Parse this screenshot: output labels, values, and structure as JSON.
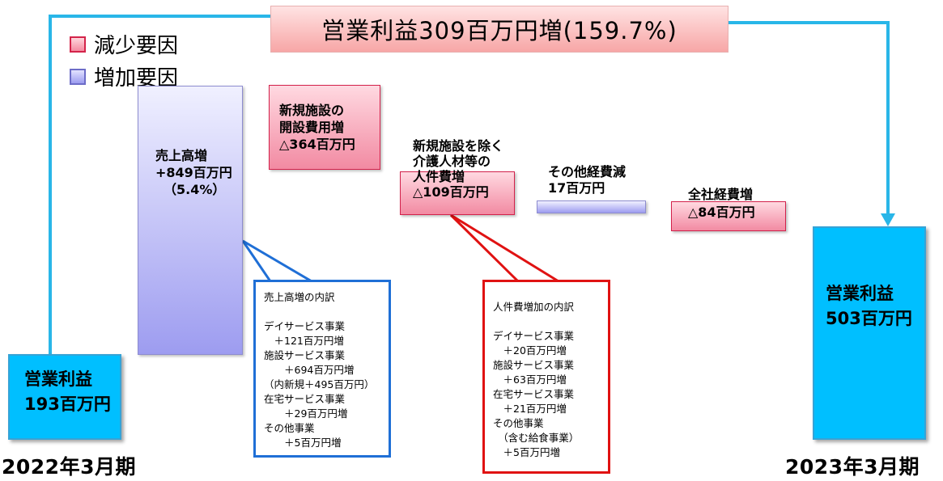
{
  "title": "営業利益309百万円増(159.7%)",
  "legend": {
    "decrease": "減少要因",
    "increase": "増加要因"
  },
  "start": {
    "line1": "営業利益",
    "line2": "193百万円",
    "period": "2022年3月期"
  },
  "end": {
    "line1": "営業利益",
    "line2": "503百万円",
    "period": "2023年3月期"
  },
  "sales_increase": {
    "line1": "売上高増",
    "line2": "+849百万円",
    "line3": "（5.4%）"
  },
  "new_facility_cost": {
    "line1": "新規施設の",
    "line2": "開設費用増",
    "line3": "△364百万円"
  },
  "personnel_cost": {
    "line1": "新規施設を除く",
    "line2": "介護人材等の",
    "line3": "人件費増",
    "line4": "△109百万円"
  },
  "other_expense": {
    "line1": "その他経費減",
    "line2": "17百万円"
  },
  "corporate_expense": {
    "line1": "全社経費増",
    "line2": "△84百万円"
  },
  "sales_breakdown": {
    "title": "売上高増の内訳",
    "lines": [
      "デイサービス事業",
      "　＋121百万円増",
      "施設サービス事業",
      "　　＋694百万円増",
      "（内新規＋495百万円）",
      "在宅サービス事業",
      "　　＋29百万円増",
      "その他事業",
      "　　＋5百万円増"
    ]
  },
  "personnel_breakdown": {
    "title": "人件費増加の内訳",
    "lines": [
      "デイサービス事業",
      "　＋20百万円増",
      "施設サービス事業",
      "　＋63百万円増",
      "在宅サービス事業",
      "　＋21百万円増",
      "その他事業",
      "　（含む給食事業）",
      "　＋5百万円増"
    ]
  },
  "colors": {
    "connector": "#29b6e8",
    "base_bar": "#00bfff",
    "increase_bar": "#9d9cf0",
    "decrease_bar": "#f28aa2",
    "callout_blue": "#1f6fd6",
    "callout_red": "#e01212"
  }
}
